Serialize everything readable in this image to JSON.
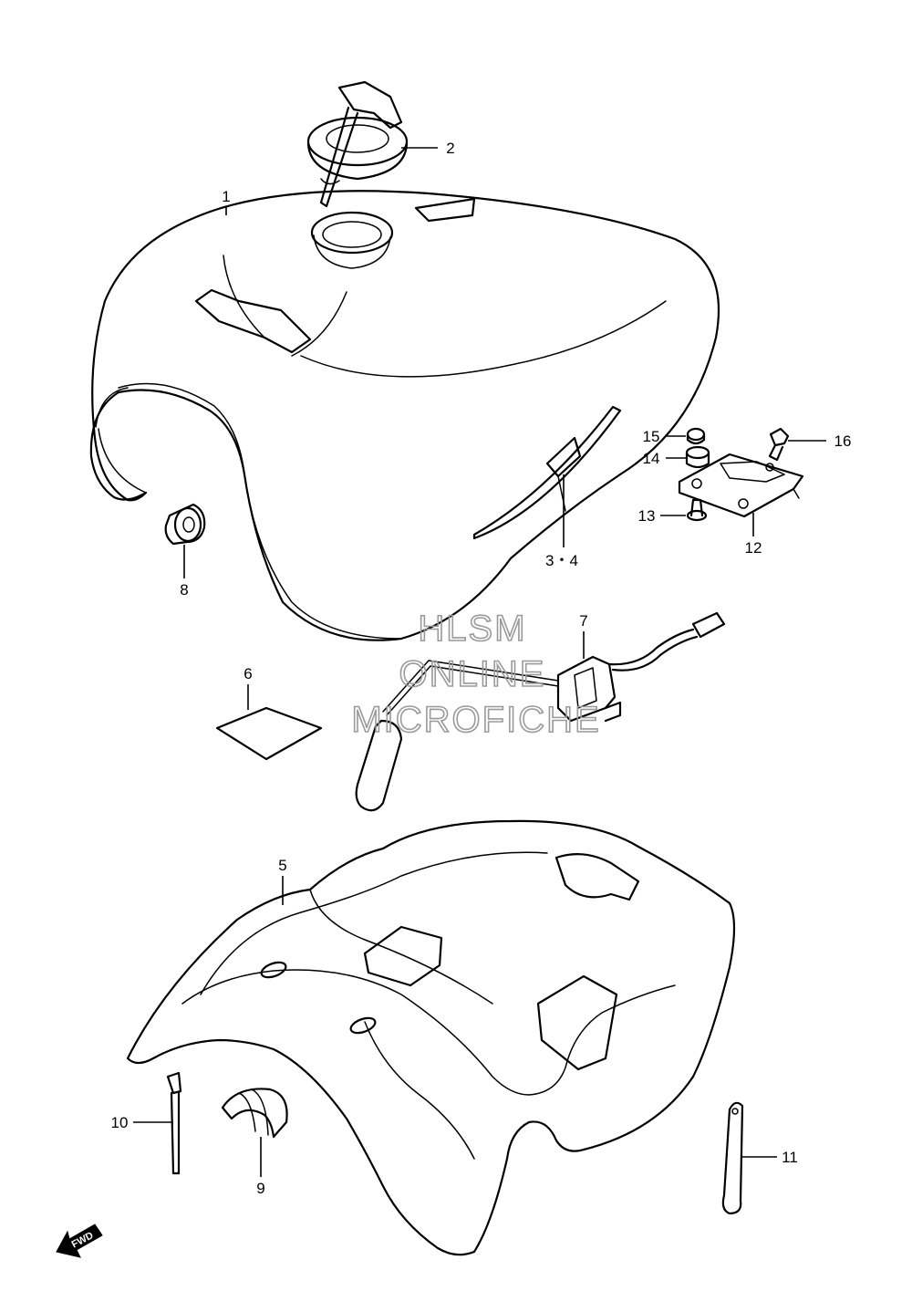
{
  "callouts": {
    "c1": "1",
    "c2": "2",
    "c34": "3・4",
    "c5": "5",
    "c6": "6",
    "c7": "7",
    "c8": "8",
    "c9": "9",
    "c10": "10",
    "c11": "11",
    "c12": "12",
    "c13": "13",
    "c14": "14",
    "c15": "15",
    "c16": "16"
  },
  "watermark": {
    "line1": "HLSM",
    "line2": "ONLINE",
    "line3": "MICROFICHE",
    "color": "#9a9a9a"
  },
  "direction_badge": {
    "label": "FWD",
    "icon": "forward-arrow-icon"
  }
}
